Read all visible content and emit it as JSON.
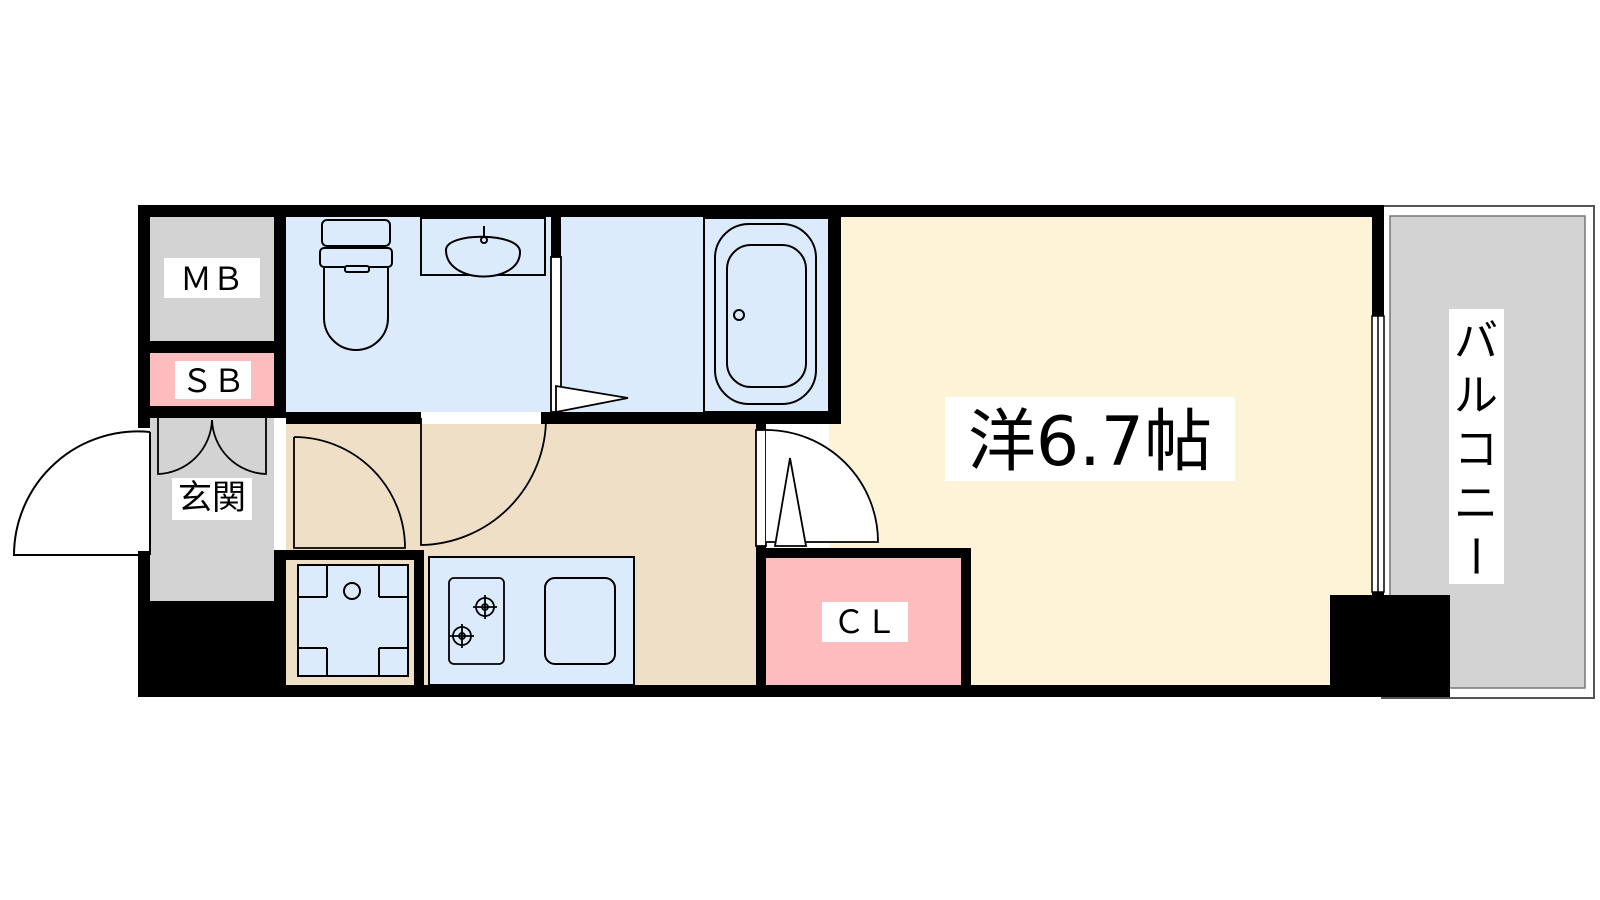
{
  "rooms": {
    "mb": "ＭＢ",
    "sb": "ＳＢ",
    "genkan": "玄関",
    "cl": "ＣＬ",
    "western_room": "洋6.7帖",
    "balcony": [
      "バ",
      "ル",
      "コ",
      "ニ",
      "ー"
    ]
  },
  "colors": {
    "wall": "#000000",
    "wet_area": "#dcebfb",
    "kitchen_floor": "#efdfc7",
    "main_room": "#fdf3d6",
    "closet": "#fdbcbd",
    "storage_gray": "#d3d3d3",
    "balcony": "#d3d3d3"
  }
}
